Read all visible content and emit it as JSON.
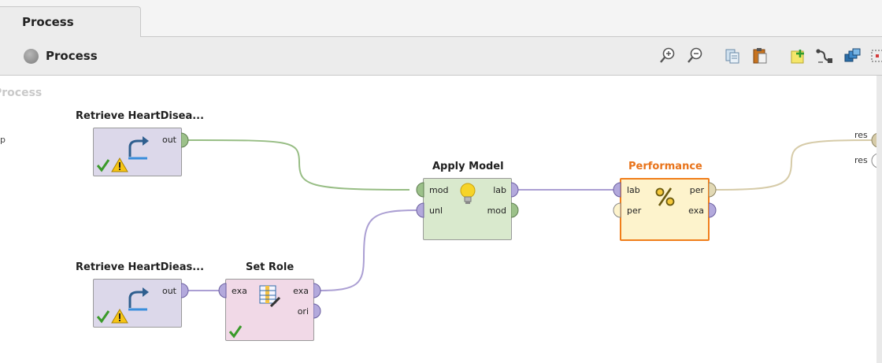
{
  "tab": {
    "label": "Process"
  },
  "breadcrumb": {
    "label": "Process"
  },
  "canvas": {
    "title": "Process",
    "left_port": "p"
  },
  "operators": {
    "retrieve1": {
      "title": "Retrieve HeartDisea...",
      "out": "out"
    },
    "retrieve2": {
      "title": "Retrieve HeartDieas...",
      "out": "out"
    },
    "set_role": {
      "title": "Set Role",
      "in": "exa",
      "out1": "exa",
      "out2": "ori"
    },
    "apply_model": {
      "title": "Apply Model",
      "in1": "mod",
      "in2": "unl",
      "out1": "lab",
      "out2": "mod"
    },
    "performance": {
      "title": "Performance",
      "in1": "lab",
      "in2": "per",
      "out1": "per",
      "out2": "exa"
    }
  },
  "result_ports": [
    "res",
    "res"
  ],
  "colors": {
    "retrieve_bg": "#dcd8ea",
    "set_role_bg": "#f1d9e7",
    "apply_bg": "#d9e9cd",
    "perf_bg": "#fdf3cc",
    "perf_border": "#f07e1b",
    "perf_title": "#e8731a",
    "wire_green": "#97bd84",
    "wire_purple": "#ab9fd3",
    "wire_tan": "#d6cba8"
  }
}
